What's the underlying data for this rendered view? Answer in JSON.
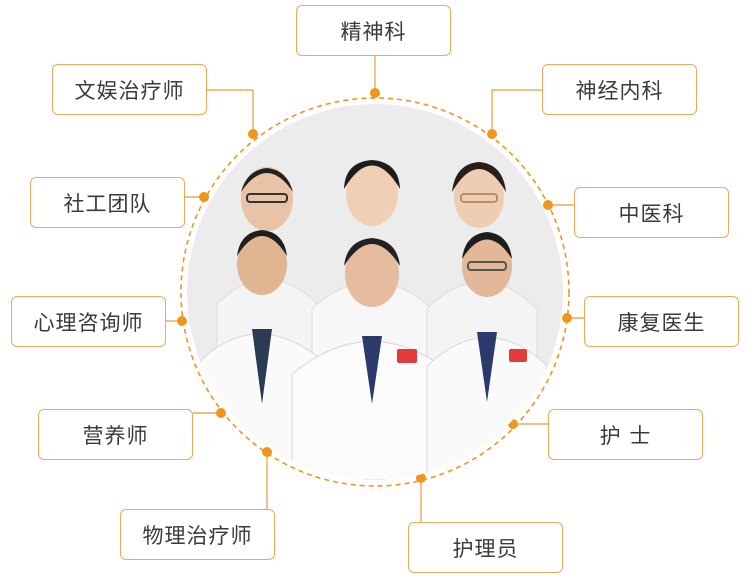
{
  "colors": {
    "accent": "#f0961e",
    "box_border": "#f0a85a",
    "text": "#3a3a3a",
    "coat": "#f7f7f7",
    "photo_bg": "#e9e9e9"
  },
  "departments": [
    {
      "id": "psychiatry",
      "label": "精神科"
    },
    {
      "id": "neurology",
      "label": "神经内科"
    },
    {
      "id": "tcm",
      "label": "中医科"
    },
    {
      "id": "rehab-doctor",
      "label": "康复医生"
    },
    {
      "id": "nurse",
      "label": "护 士"
    },
    {
      "id": "caregiver",
      "label": "护理员"
    },
    {
      "id": "physiotherapist",
      "label": "物理治疗师"
    },
    {
      "id": "nutritionist",
      "label": "营养师"
    },
    {
      "id": "psychologist",
      "label": "心理咨询师"
    },
    {
      "id": "social-work-team",
      "label": "社工团队"
    },
    {
      "id": "recreation-therapist",
      "label": "文娱治疗师"
    }
  ],
  "photo": {
    "subject": "medical team photo",
    "people": 6
  }
}
